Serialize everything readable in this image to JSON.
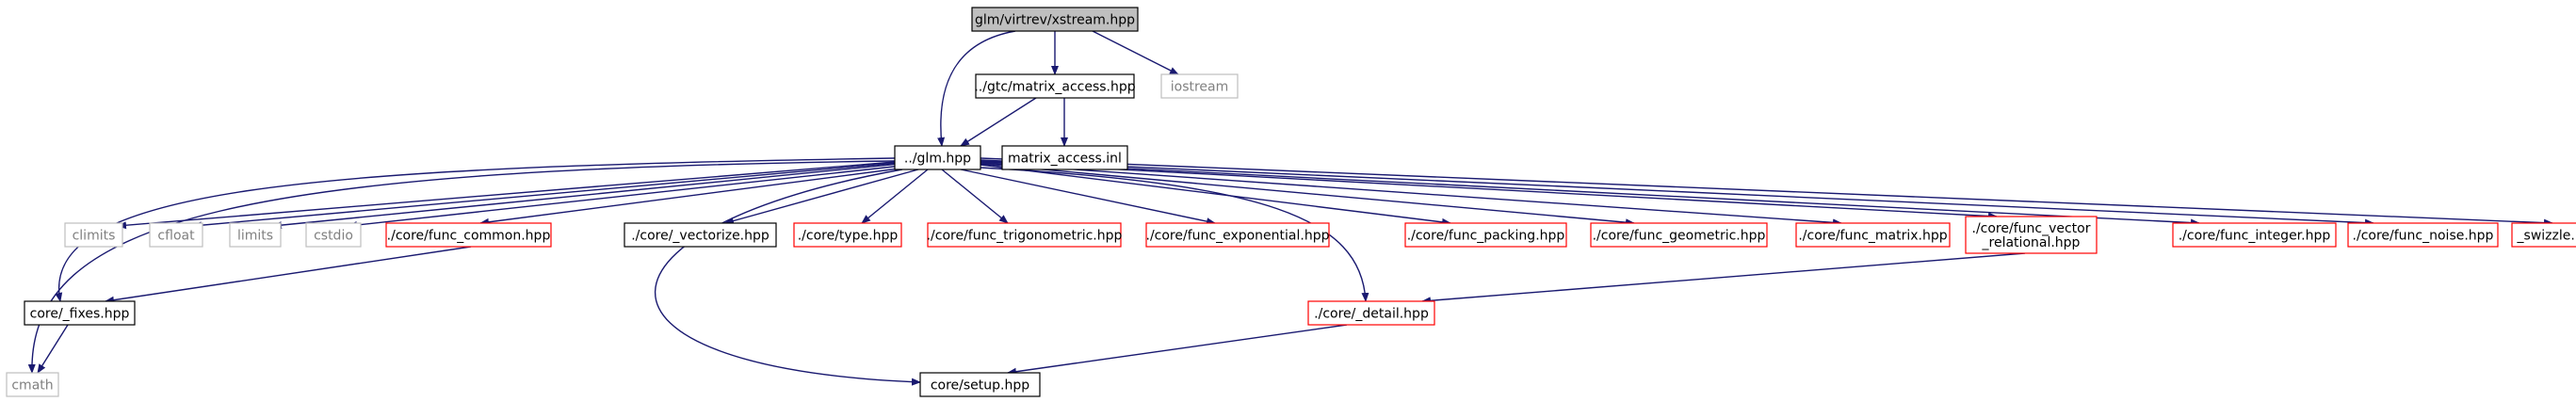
{
  "diagram": {
    "nodes": [
      {
        "id": "xstream",
        "label": "glm/virtrev/xstream.hpp",
        "style": "root"
      },
      {
        "id": "matrix_access_hpp",
        "label": "../gtc/matrix_access.hpp",
        "style": "black"
      },
      {
        "id": "iostream",
        "label": "iostream",
        "style": "gray"
      },
      {
        "id": "glm",
        "label": "../glm.hpp",
        "style": "black"
      },
      {
        "id": "matrix_access_inl",
        "label": "matrix_access.inl",
        "style": "black"
      },
      {
        "id": "climits",
        "label": "climits",
        "style": "gray"
      },
      {
        "id": "cfloat",
        "label": "cfloat",
        "style": "gray"
      },
      {
        "id": "limits",
        "label": "limits",
        "style": "gray"
      },
      {
        "id": "cstdio",
        "label": "cstdio",
        "style": "gray"
      },
      {
        "id": "func_common",
        "label": "./core/func_common.hpp",
        "style": "red"
      },
      {
        "id": "vectorize",
        "label": "./core/_vectorize.hpp",
        "style": "black"
      },
      {
        "id": "type",
        "label": "./core/type.hpp",
        "style": "red"
      },
      {
        "id": "func_trig",
        "label": "./core/func_trigonometric.hpp",
        "style": "red"
      },
      {
        "id": "func_exp",
        "label": "./core/func_exponential.hpp",
        "style": "red"
      },
      {
        "id": "func_packing",
        "label": "./core/func_packing.hpp",
        "style": "red"
      },
      {
        "id": "func_geometric",
        "label": "./core/func_geometric.hpp",
        "style": "red"
      },
      {
        "id": "func_matrix",
        "label": "./core/func_matrix.hpp",
        "style": "red"
      },
      {
        "id": "func_vector_rel",
        "label": "./core/func_vector\n_relational.hpp",
        "style": "red"
      },
      {
        "id": "func_integer",
        "label": "./core/func_integer.hpp",
        "style": "red"
      },
      {
        "id": "func_noise",
        "label": "./core/func_noise.hpp",
        "style": "red"
      },
      {
        "id": "swizzle",
        "label": "_swizzle.hpp",
        "style": "red"
      },
      {
        "id": "fixes",
        "label": "core/_fixes.hpp",
        "style": "black"
      },
      {
        "id": "detail",
        "label": "./core/_detail.hpp",
        "style": "red"
      },
      {
        "id": "cmath",
        "label": "cmath",
        "style": "gray"
      },
      {
        "id": "setup",
        "label": "core/setup.hpp",
        "style": "black"
      }
    ],
    "edges": [
      [
        "xstream",
        "matrix_access_hpp"
      ],
      [
        "xstream",
        "iostream"
      ],
      [
        "xstream",
        "glm"
      ],
      [
        "matrix_access_hpp",
        "glm"
      ],
      [
        "matrix_access_hpp",
        "matrix_access_inl"
      ],
      [
        "glm",
        "cmath"
      ],
      [
        "glm",
        "fixes"
      ],
      [
        "glm",
        "climits"
      ],
      [
        "glm",
        "cfloat"
      ],
      [
        "glm",
        "limits"
      ],
      [
        "glm",
        "cstdio"
      ],
      [
        "glm",
        "func_common"
      ],
      [
        "glm",
        "setup"
      ],
      [
        "glm",
        "vectorize"
      ],
      [
        "glm",
        "type"
      ],
      [
        "glm",
        "func_trig"
      ],
      [
        "glm",
        "func_exp"
      ],
      [
        "glm",
        "detail"
      ],
      [
        "glm",
        "func_packing"
      ],
      [
        "glm",
        "func_geometric"
      ],
      [
        "glm",
        "func_matrix"
      ],
      [
        "glm",
        "func_vector_rel"
      ],
      [
        "glm",
        "func_integer"
      ],
      [
        "glm",
        "func_noise"
      ],
      [
        "glm",
        "swizzle"
      ],
      [
        "func_common",
        "fixes"
      ],
      [
        "fixes",
        "cmath"
      ],
      [
        "func_vector_rel",
        "detail"
      ],
      [
        "detail",
        "setup"
      ]
    ],
    "colors": {
      "edge": "#191970",
      "root_fill": "#bfbfbf",
      "black_border": "#000000",
      "red_border": "#ff0000",
      "gray_border": "#bfbfbf",
      "gray_text": "#808080",
      "text": "#000000"
    }
  }
}
